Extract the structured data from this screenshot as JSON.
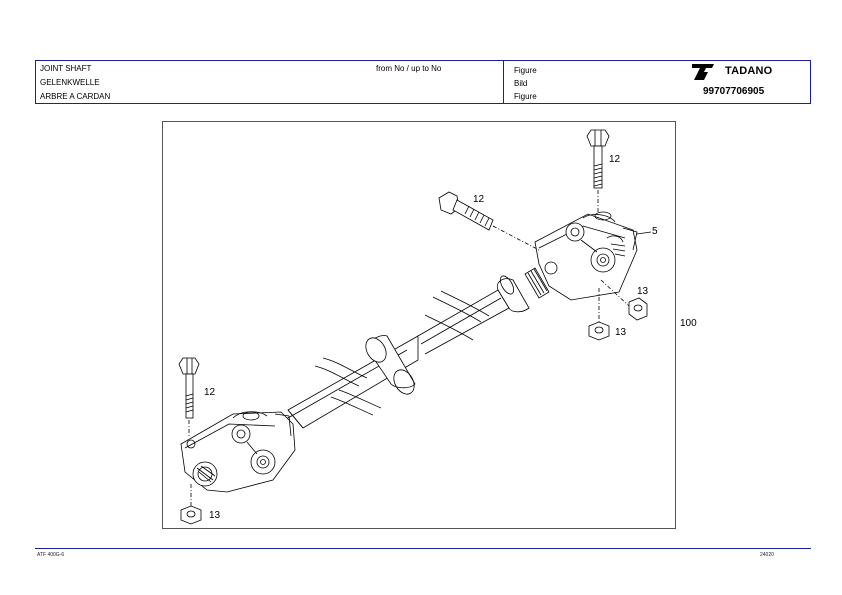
{
  "header": {
    "title_en": "JOINT SHAFT",
    "title_de": "GELENKWELLE",
    "title_fr": "ARBRE A CARDAN",
    "range_label": "from No / up to No",
    "figure_en": "Figure",
    "figure_de": "Bild",
    "figure_fr": "Figure",
    "brand": "TADANO",
    "part_number": "99707706905"
  },
  "callouts": {
    "bolt_top": "12",
    "bolt_upper": "12",
    "yoke_upper": "5",
    "nut_upper_a": "13",
    "nut_upper_b": "13",
    "assembly": "100",
    "bolt_lower": "12",
    "nut_lower": "13"
  },
  "footer": {
    "left": "ATF 400G-6",
    "right": "24020"
  },
  "colors": {
    "border": "#1b1f9a",
    "drawing": "#000000"
  }
}
